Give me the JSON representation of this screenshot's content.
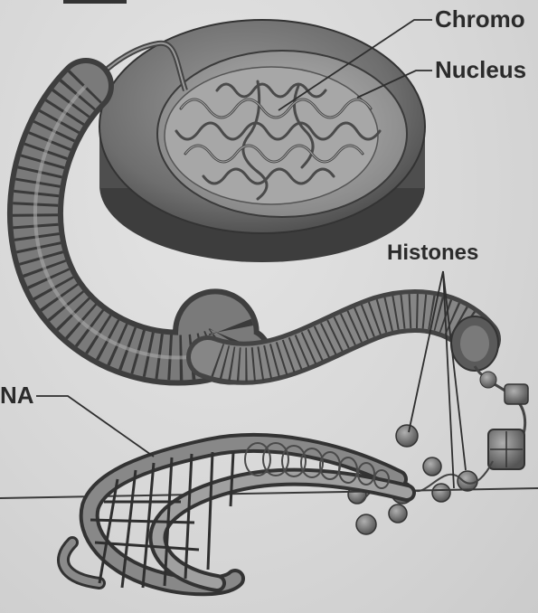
{
  "labels": {
    "chromosome": "Chromo",
    "nucleus": "Nucleus",
    "histones": "Histones",
    "dna": "NA"
  }
}
